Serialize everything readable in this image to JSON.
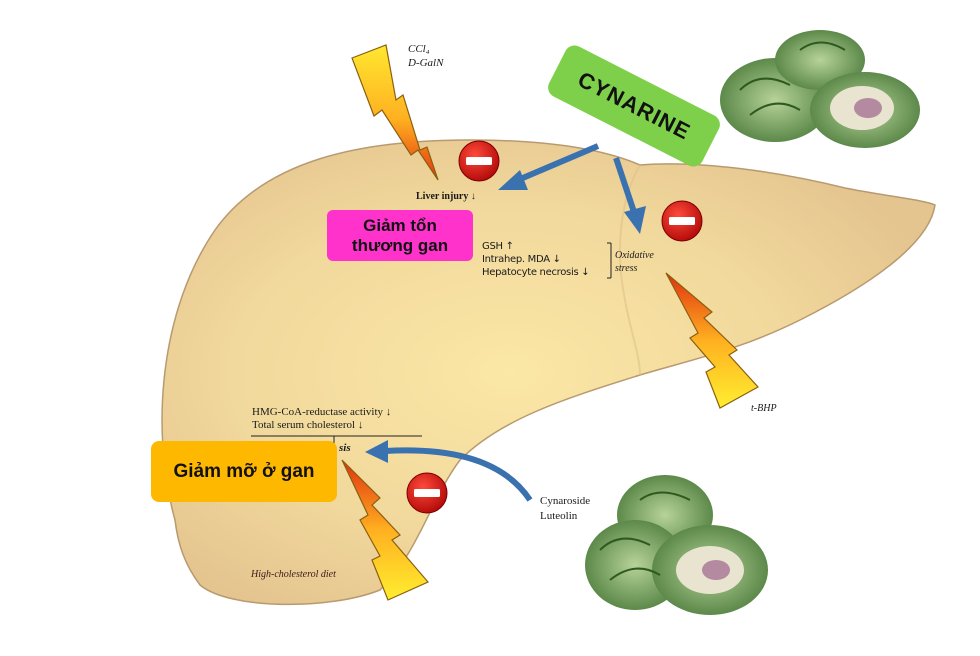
{
  "diagram": {
    "title_badge": "CYNARINE",
    "effect_labels": {
      "liver_damage": "Giảm tổn thương gan",
      "liver_damage_line1": "Giảm tổn",
      "liver_damage_line2": "thương gan",
      "liver_fat": "Giảm mỡ ở gan"
    },
    "stressors": {
      "top": [
        "CCl₄",
        "D-GalN"
      ],
      "right": "t-BHP",
      "bottom": "High-cholesterol diet"
    },
    "liver_injury": {
      "label": "Liver injury",
      "arrow": "↓"
    },
    "oxidative_stress": {
      "items": [
        {
          "label": "GSH",
          "arrow": "↑"
        },
        {
          "label": "Intrahep. MDA",
          "arrow": "↓"
        },
        {
          "label": "Hepatocyte necrosis",
          "arrow": "↓"
        }
      ],
      "group_label_line1": "Oxidative",
      "group_label_line2": "stress"
    },
    "cholesterol": {
      "items": [
        {
          "label": "HMG-CoA-reductase activity",
          "arrow": "↓"
        },
        {
          "label": "Total serum cholesterol",
          "arrow": "↓"
        }
      ],
      "partial_label": "sis"
    },
    "compounds": [
      "Cynaroside",
      "Luteolin"
    ],
    "icons": {
      "inhibit": "no-entry-icon",
      "lightning": "lightning-bolt-icon",
      "artichoke": "artichoke-image"
    },
    "colors": {
      "liver": "#f6dc9a",
      "liver_edge": "#c8a878",
      "arrow_blue": "#3a72b0",
      "inhibit_red": "#d81818",
      "badge_green": "#7ed04b",
      "badge_pink": "#ff33cc",
      "badge_orange": "#ffb800"
    }
  }
}
